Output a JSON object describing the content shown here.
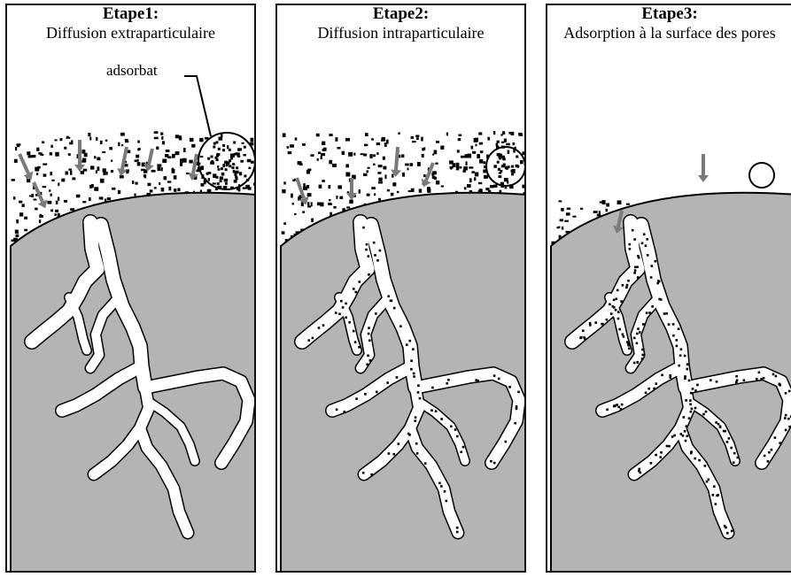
{
  "panels": [
    {
      "step": "Etape1:",
      "description": "Diffusion extraparticulaire"
    },
    {
      "step": "Etape2:",
      "description": "Diffusion intraparticulaire"
    },
    {
      "step": "Etape3:",
      "description": "Adsorption à la surface des pores"
    }
  ],
  "labels": {
    "adsorbate": "adsorbat"
  },
  "colors": {
    "particle": "#b4b4b4",
    "pore": "#ffffff",
    "arrow": "#7a7a7a",
    "ink": "#000000"
  }
}
